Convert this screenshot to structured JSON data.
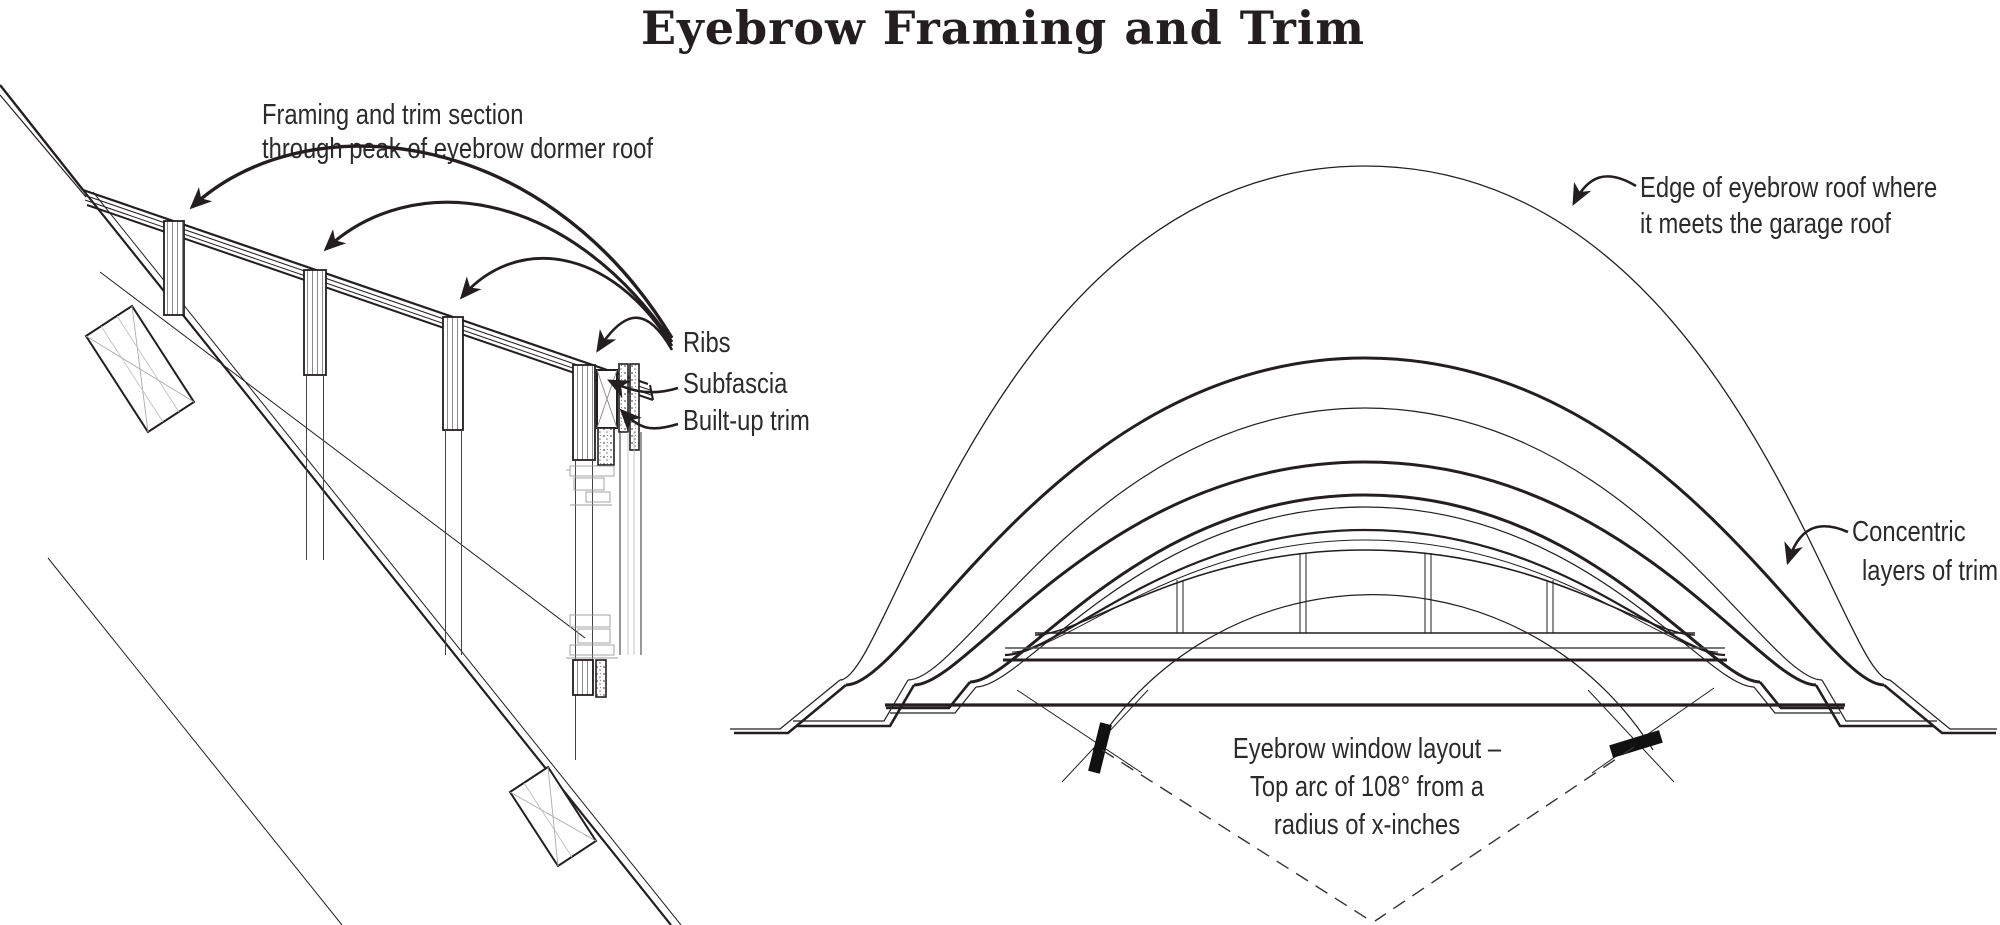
{
  "title": "Eyebrow Framing and Trim",
  "colors": {
    "ink": "#231f20",
    "paper": "#ffffff",
    "detail_gray": "#9b9b9b"
  },
  "left_diagram": {
    "caption": {
      "line1": "Framing and trim section",
      "line2": "through peak of eyebrow dormer roof"
    },
    "labels": {
      "ribs": "Ribs",
      "subfascia": "Subfascia",
      "built_up_trim": "Built-up trim"
    },
    "rib_count": 4
  },
  "right_diagram": {
    "labels": {
      "edge_line1": "Edge of eyebrow roof where",
      "edge_line2": "it meets the garage roof",
      "concentric_line1": "Concentric",
      "concentric_line2": "layers of trim",
      "layout_line1": "Eyebrow window layout –",
      "layout_line2": "Top arc of 108° from a",
      "layout_line3": "radius of x-inches"
    },
    "window": {
      "pane_count": 5,
      "mullion_count": 4,
      "top_arc_degrees": 108,
      "radius_label": "x-inches"
    },
    "trim_layer_count": 5
  }
}
